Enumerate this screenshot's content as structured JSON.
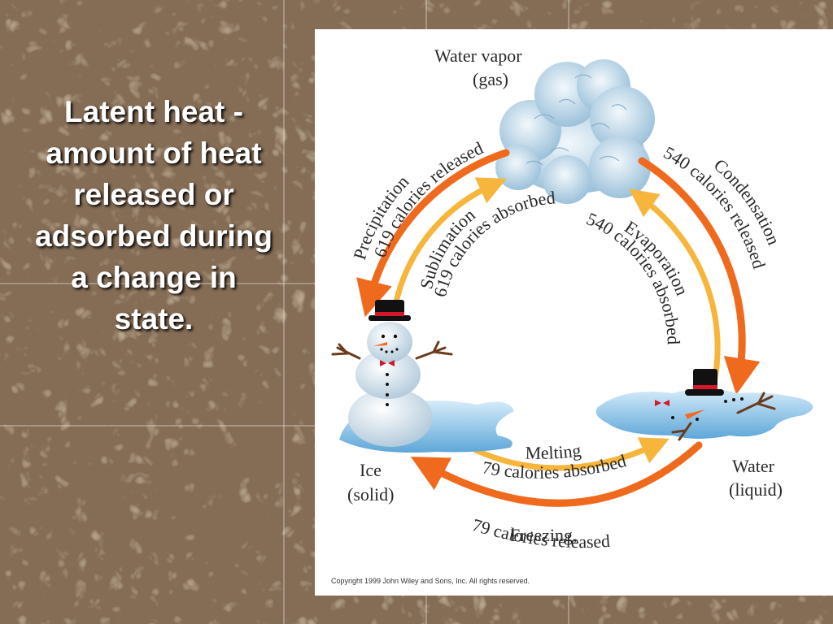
{
  "slide": {
    "title_lines": [
      "Latent heat -",
      "amount of heat",
      "released or",
      "adsorbed during",
      "a change in",
      "state."
    ]
  },
  "diagram": {
    "states": {
      "gas": {
        "name": "Water vapor",
        "phase": "(gas)"
      },
      "solid": {
        "name": "Ice",
        "phase": "(solid)"
      },
      "liquid": {
        "name": "Water",
        "phase": "(liquid)"
      }
    },
    "processes": {
      "precipitation": {
        "name": "Precipitation",
        "energy": "619 calories released",
        "color": "#f06a1e"
      },
      "sublimation": {
        "name": "Sublimation",
        "energy": "619 calories absorbed",
        "color": "#f7b53c"
      },
      "condensation": {
        "name": "Condensation",
        "energy": "540 calories released",
        "color": "#f06a1e"
      },
      "evaporation": {
        "name": "Evaporation",
        "energy": "540 calories absorbed",
        "color": "#f7b53c"
      },
      "melting": {
        "name": "Melting",
        "energy": "79 calories absorbed",
        "color": "#f7b53c"
      },
      "freezing": {
        "name": "Freezing,",
        "energy": "79 calories released",
        "color": "#f06a1e"
      }
    },
    "copyright": "Copyright 1999 John Wiley and Sons, Inc. All rights reserved."
  }
}
